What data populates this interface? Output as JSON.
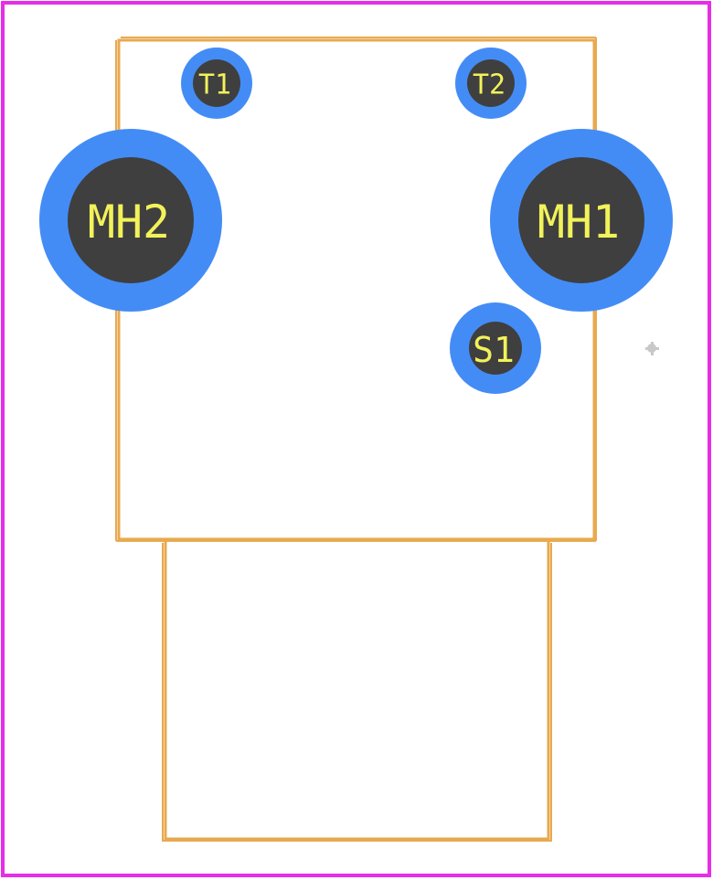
{
  "colors": {
    "background": "#ffffff",
    "board_outline": "#e62ee6",
    "silkscreen": "#e8a94e",
    "pad_copper": "#448cf5",
    "drill_hole": "#3f3f3f",
    "pad_text": "#f2f25a",
    "origin_marker": "#c8c8c8"
  },
  "pads": [
    {
      "id": "mh2",
      "label": "MH2",
      "type": "mounting-hole"
    },
    {
      "id": "mh1",
      "label": "MH1",
      "type": "mounting-hole"
    },
    {
      "id": "t1",
      "label": "T1",
      "type": "terminal"
    },
    {
      "id": "t2",
      "label": "T2",
      "type": "terminal"
    },
    {
      "id": "s1",
      "label": "S1",
      "type": "terminal"
    }
  ],
  "origin_marker_icon": "crosshair-dot-icon"
}
